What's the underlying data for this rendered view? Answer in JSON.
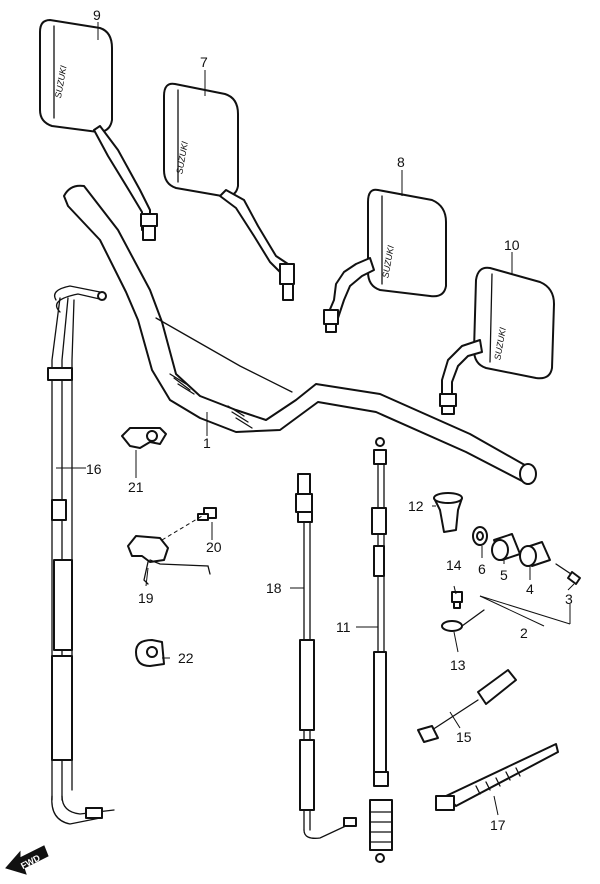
{
  "callouts": {
    "c1": "1",
    "c2": "2",
    "c3": "3",
    "c4": "4",
    "c5": "5",
    "c6": "6",
    "c7": "7",
    "c8": "8",
    "c9": "9",
    "c10": "10",
    "c11": "11",
    "c12": "12",
    "c13": "13",
    "c14": "14",
    "c15": "15",
    "c16": "16",
    "c17": "17",
    "c18": "18",
    "c19": "19",
    "c20": "20",
    "c21": "21",
    "c22": "22"
  },
  "mirror_logo": "SUZUKI",
  "fwd_label": "FWD"
}
